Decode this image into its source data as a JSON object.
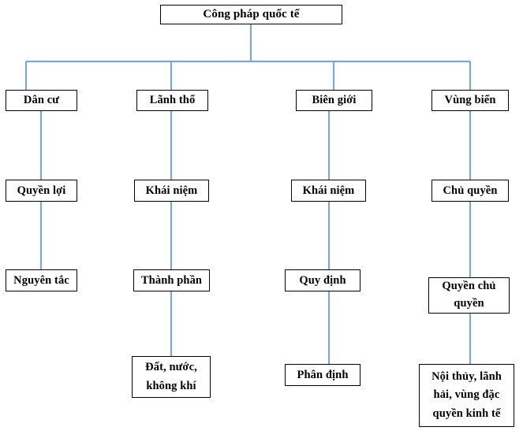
{
  "diagram": {
    "title": "Công pháp quốc tế",
    "type": "tree-diagram",
    "orientation": "top-down",
    "colors": {
      "connector": "#7BA7D7",
      "node_border": "#000000",
      "node_fill": "#ffffff",
      "text": "#000000",
      "background": "#ffffff"
    },
    "root": {
      "id": "root",
      "label": "Công pháp quốc tế"
    },
    "branches": [
      {
        "id": "branch-dan-cu",
        "level2": "Dân cư",
        "level3": "Quyền lợi",
        "level4": "Nguyên tắc",
        "level5": null
      },
      {
        "id": "branch-lanh-tho",
        "level2": "Lãnh thổ",
        "level3": "Khái niệm",
        "level4": "Thành phần",
        "level5": "Đất, nước, không khí",
        "level5_lines": [
          "Đất, nước,",
          "không khí"
        ]
      },
      {
        "id": "branch-bien-gioi",
        "level2": "Biên giới",
        "level3": "Khái niệm",
        "level4": "Quy định",
        "level5": "Phân định",
        "level5_lines": [
          "Phân định"
        ]
      },
      {
        "id": "branch-vung-bien",
        "level2": "Vùng biển",
        "level3": "Chủ quyền",
        "level4": "Quyền chủ quyền",
        "level4_lines": [
          "Quyền chủ",
          "quyền"
        ],
        "level5": "Nội thủy, lãnh hải, vùng đặc quyền kinh tế",
        "level5_lines": [
          "Nội thủy, lãnh",
          "hải, vùng đặc",
          "quyền kinh tế"
        ]
      }
    ]
  }
}
